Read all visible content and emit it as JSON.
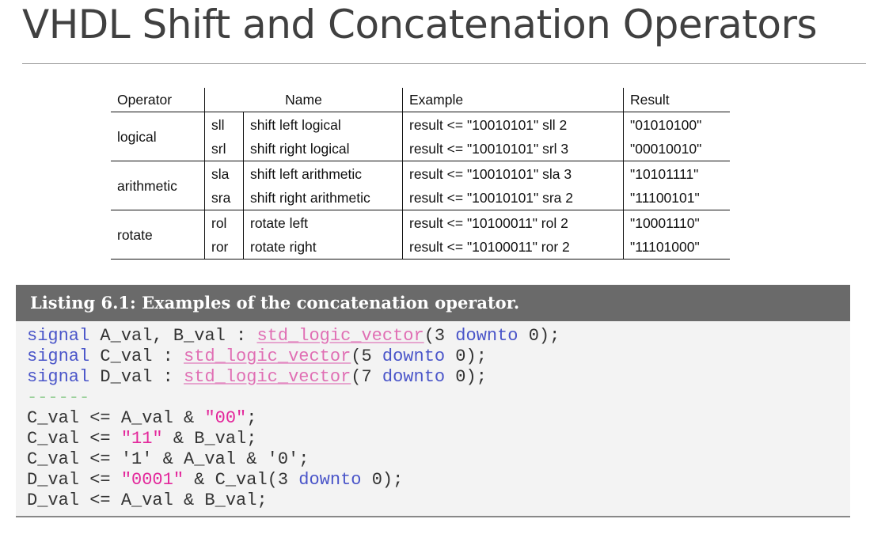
{
  "slide": {
    "title": "VHDL Shift and Concatenation Operators"
  },
  "table": {
    "headers": {
      "operator": "Operator",
      "name": "Name",
      "example": "Example",
      "result": "Result"
    },
    "groups": [
      {
        "category": "logical",
        "rows": [
          {
            "sym": "sll",
            "name": "shift left logical",
            "example": "result <= \"10010101\" sll 2",
            "result": "\"01010100\""
          },
          {
            "sym": "srl",
            "name": "shift right logical",
            "example": "result <= \"10010101\" srl 3",
            "result": "\"00010010\""
          }
        ]
      },
      {
        "category": "arithmetic",
        "rows": [
          {
            "sym": "sla",
            "name": "shift left arithmetic",
            "example": "result <= \"10010101\" sla 3",
            "result": "\"10101111\""
          },
          {
            "sym": "sra",
            "name": "shift right arithmetic",
            "example": "result <= \"10010101\" sra 2",
            "result": "\"11100101\""
          }
        ]
      },
      {
        "category": "rotate",
        "rows": [
          {
            "sym": "rol",
            "name": "rotate left",
            "example": "result <= \"10100011\" rol 2",
            "result": "\"10001110\""
          },
          {
            "sym": "ror",
            "name": "rotate right",
            "example": "result <= \"10100011\" ror 2",
            "result": "\"11101000\""
          }
        ]
      }
    ]
  },
  "listing": {
    "caption": "Listing 6.1: Examples of the concatenation operator.",
    "lines": [
      [
        {
          "t": "signal",
          "c": "kw"
        },
        {
          "t": " A_val, B_val : "
        },
        {
          "t": "std_logic_vector",
          "c": "ty"
        },
        {
          "t": "(3 "
        },
        {
          "t": "downto",
          "c": "kw"
        },
        {
          "t": " 0);"
        }
      ],
      [
        {
          "t": "signal",
          "c": "kw"
        },
        {
          "t": " C_val : "
        },
        {
          "t": "std_logic_vector",
          "c": "ty"
        },
        {
          "t": "(5 "
        },
        {
          "t": "downto",
          "c": "kw"
        },
        {
          "t": " 0);"
        }
      ],
      [
        {
          "t": "signal",
          "c": "kw"
        },
        {
          "t": " D_val : "
        },
        {
          "t": "std_logic_vector",
          "c": "ty"
        },
        {
          "t": "(7 "
        },
        {
          "t": "downto",
          "c": "kw"
        },
        {
          "t": " 0);"
        }
      ],
      [
        {
          "t": "------",
          "c": "sep"
        }
      ],
      [
        {
          "t": "C_val <= A_val & "
        },
        {
          "t": "\"00\"",
          "c": "st"
        },
        {
          "t": ";"
        }
      ],
      [
        {
          "t": "C_val <= "
        },
        {
          "t": "\"11\"",
          "c": "st"
        },
        {
          "t": " & B_val;"
        }
      ],
      [
        {
          "t": "C_val <= '1' & A_val & '0';"
        }
      ],
      [
        {
          "t": "D_val <= "
        },
        {
          "t": "\"0001\"",
          "c": "st"
        },
        {
          "t": " & C_val(3 "
        },
        {
          "t": "downto",
          "c": "kw"
        },
        {
          "t": " 0);"
        }
      ],
      [
        {
          "t": "D_val <= A_val & B_val;"
        }
      ]
    ]
  },
  "colors": {
    "keyword": "#4a55c9",
    "type": "#e06fb4",
    "string": "#e3279b",
    "caption_bar": "#6a6a6a",
    "code_bg": "#f3f3f3"
  }
}
